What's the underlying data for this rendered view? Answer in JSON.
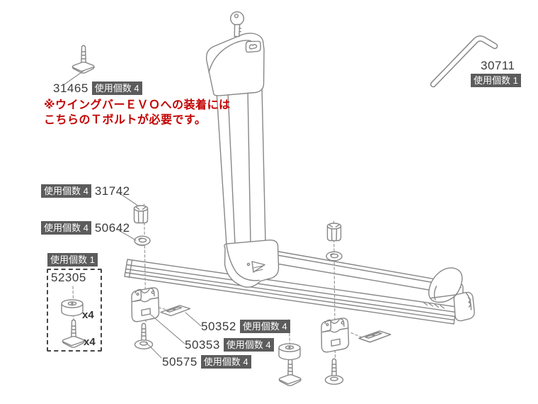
{
  "colors": {
    "number-text": "#3a3a3a",
    "badge-bg": "#5c5c5c",
    "badge-text": "#ffffff",
    "note-red": "#c40000",
    "line-gray": "#878787"
  },
  "note": {
    "line1": "※ウイングバーＥＶＯへの装着には",
    "line2": "こちらのＴボルトが必要です。"
  },
  "parts": {
    "p31465": {
      "number": "31465",
      "usage": "使用個数 4"
    },
    "p30711": {
      "number": "30711",
      "usage": "使用個数 1"
    },
    "p31742": {
      "number": "31742",
      "usage": "使用個数 4"
    },
    "p50642": {
      "number": "50642",
      "usage": "使用個数 4"
    },
    "p52305": {
      "number": "52305",
      "usage": "使用個数 1",
      "knob_qty": "x4",
      "tbolt_qty": "x4"
    },
    "p50352": {
      "number": "50352",
      "usage": "使用個数 4"
    },
    "p50353": {
      "number": "50353",
      "usage": "使用個数 4"
    },
    "p50575": {
      "number": "50575",
      "usage": "使用個数 4"
    }
  }
}
